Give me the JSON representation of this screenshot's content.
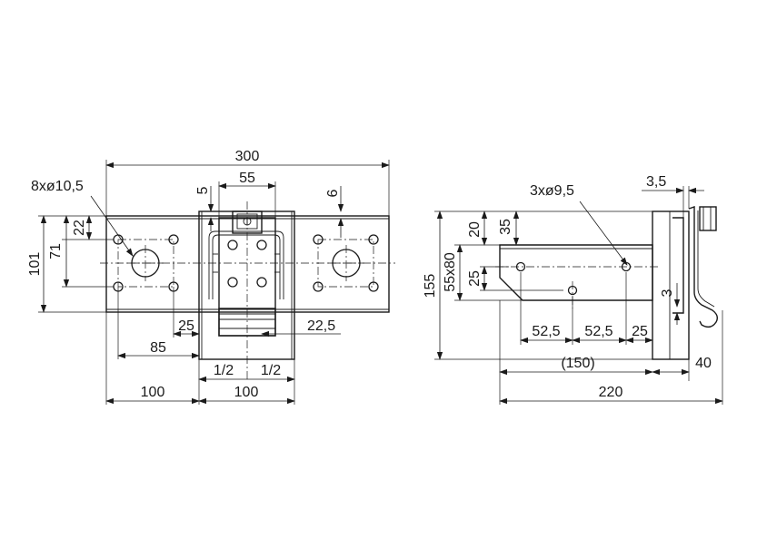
{
  "front_view": {
    "overall_width": "300",
    "hole_spec": "8xø10,5",
    "plate_height": "101",
    "hole_spacing_v": "71",
    "hole_offset_top": "22",
    "bracket_width": "55",
    "slot_offset": "5",
    "edge_offset": "6",
    "hole_offset_25": "25",
    "hole_spacing_h": "85",
    "offset_22_5": "22,5",
    "half_left": "1/2",
    "half_right": "1/2",
    "left_width": "100",
    "center_width": "100"
  },
  "side_view": {
    "hole_spec": "3xø9,5",
    "top_offset_35": "35",
    "top_offset_20": "20",
    "overall_height": "155",
    "section": "55x80",
    "hole_spacing_v": "25",
    "pitch_1": "52,5",
    "pitch_2": "52,5",
    "end_25": "25",
    "thickness": "3,5",
    "lip": "3",
    "reach": "(150)",
    "depth_40": "40",
    "overall_length": "220"
  },
  "arrow_marks": {
    "dimension_arrows": 38
  }
}
